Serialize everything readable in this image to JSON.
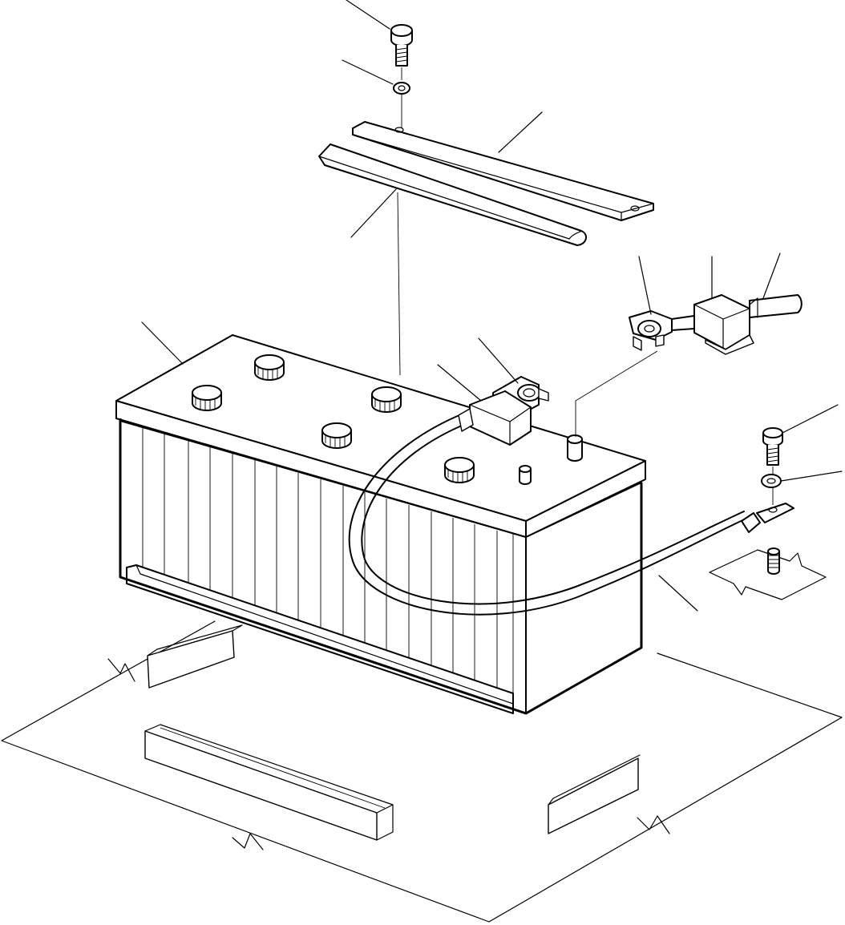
{
  "figure": {
    "description_labels": []
  },
  "parts": [
    {
      "id": "bolt-top",
      "icon": "bolt-icon"
    },
    {
      "id": "washer-top",
      "icon": "washer-icon"
    },
    {
      "id": "hold-down-bar",
      "icon": "bracket-icon"
    },
    {
      "id": "rubber-pad",
      "icon": "pad-icon"
    },
    {
      "id": "battery",
      "icon": "battery-icon"
    },
    {
      "id": "positive-terminal",
      "icon": "terminal-icon"
    },
    {
      "id": "terminal-cover",
      "icon": "cover-icon"
    },
    {
      "id": "negative-clamp",
      "icon": "clamp-icon"
    },
    {
      "id": "negative-boot",
      "icon": "boot-icon"
    },
    {
      "id": "negative-cable",
      "icon": "cable-icon"
    },
    {
      "id": "bolt-ground",
      "icon": "bolt-icon"
    },
    {
      "id": "washer-ground",
      "icon": "washer-icon"
    },
    {
      "id": "ground-cable",
      "icon": "cable-icon"
    },
    {
      "id": "battery-tray",
      "icon": "tray-icon"
    }
  ]
}
